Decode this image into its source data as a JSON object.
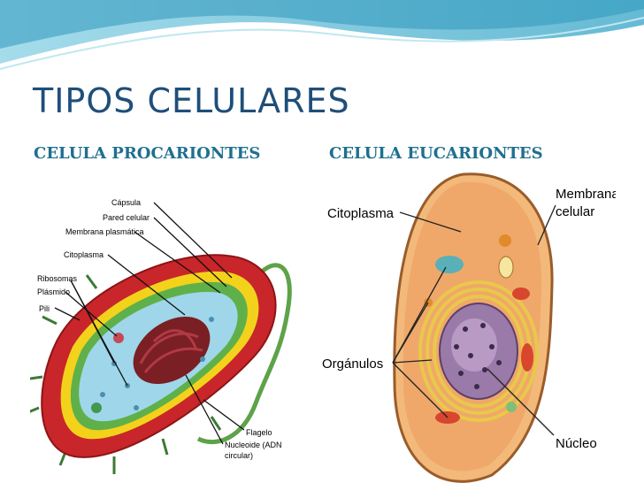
{
  "slide": {
    "title": "TIPOS CELULARES",
    "left_heading": "CELULA PROCARIONTES",
    "right_heading": "CELULA EUCARIONTES"
  },
  "prokaryote": {
    "labels": {
      "capsula": "Cápsula",
      "pared": "Pared celular",
      "membrana": "Membrana plasmática",
      "citoplasma": "Citoplasma",
      "ribosomas": "Ribosomas",
      "plasmido": "Plásmido",
      "pili": "Pili",
      "flagelo": "Flagelo",
      "nucleoide_1": "Nucleoide (ADN",
      "nucleoide_2": "circular)"
    }
  },
  "eukaryote": {
    "labels": {
      "citoplasma": "Citoplasma",
      "membrana_1": "Membrana",
      "membrana_2": "celular",
      "organulos": "Orgánulos",
      "nucleo": "Núcleo"
    }
  },
  "colors": {
    "title": "#1f4e79",
    "heading": "#1f6f8f",
    "capsule": "#c8262a",
    "wall": "#f3d21c",
    "cytoplasm": "#9fd6ea",
    "euk_cytoplasm": "#f2b97a",
    "nucleus": "#9a7aa8"
  }
}
